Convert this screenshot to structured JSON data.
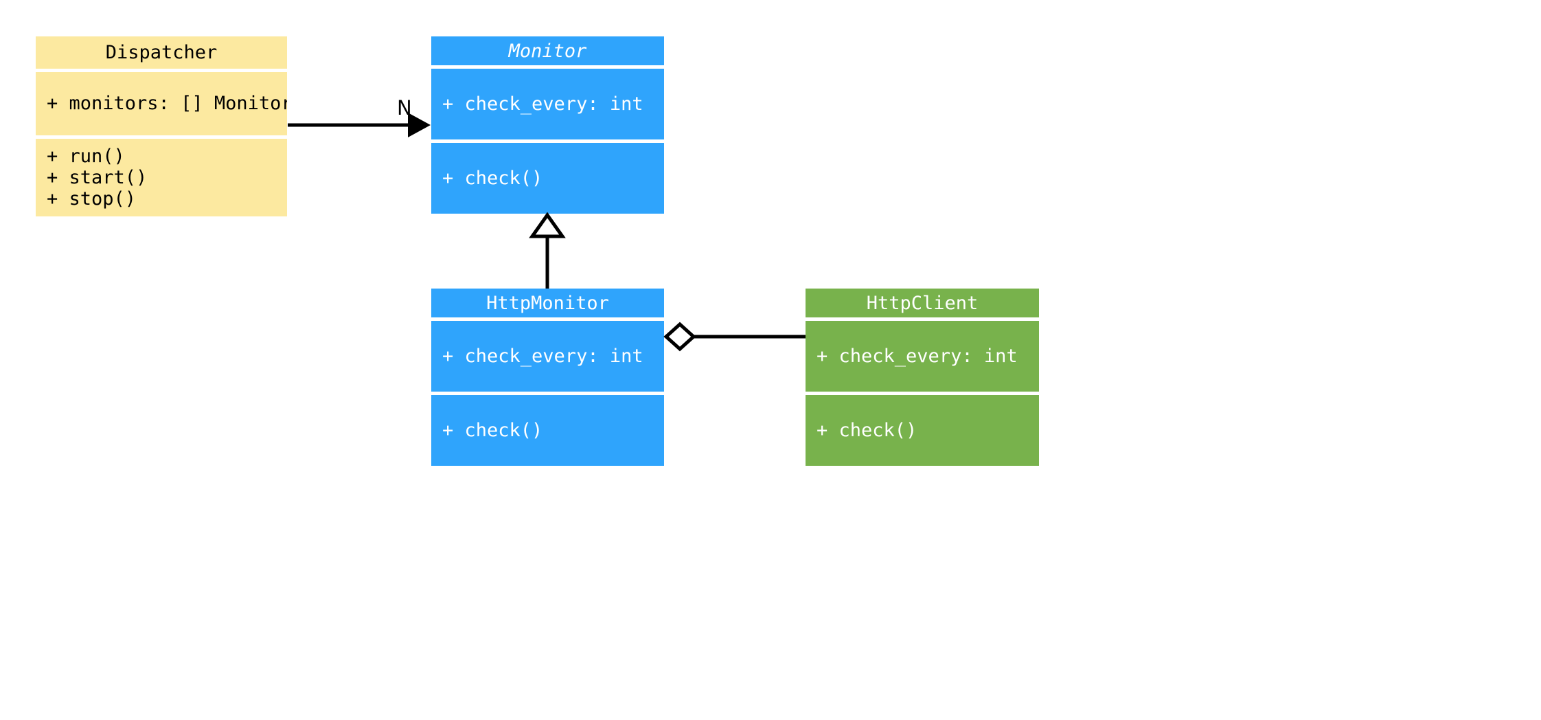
{
  "diagram": {
    "kind": "uml-class-diagram",
    "background": "#ffffff",
    "colors": {
      "dispatcher_fill": "#fce9a0",
      "monitor_fill": "#2fa4fc",
      "httpmonitor_fill": "#2fa4fc",
      "httpclient_fill": "#78b24c",
      "line": "#000000",
      "dark_text": "#000000",
      "light_text": "#ffffff"
    },
    "classes": [
      {
        "id": "dispatcher",
        "name": "Dispatcher",
        "abstract": false,
        "attributes": [
          "+ monitors: [] Monitor"
        ],
        "methods": [
          "+ run()",
          "+ start()",
          "+ stop()"
        ]
      },
      {
        "id": "monitor",
        "name": "Monitor",
        "abstract": true,
        "attributes": [
          "+ check_every: int"
        ],
        "methods": [
          "+ check()"
        ]
      },
      {
        "id": "httpmonitor",
        "name": "HttpMonitor",
        "abstract": false,
        "attributes": [
          "+ check_every: int"
        ],
        "methods": [
          "+ check()"
        ]
      },
      {
        "id": "httpclient",
        "name": "HttpClient",
        "abstract": false,
        "attributes": [
          "+ check_every: int"
        ],
        "methods": [
          "+ check()"
        ]
      }
    ],
    "relationships": [
      {
        "id": "dispatcher-to-monitor",
        "type": "association",
        "from": "Dispatcher",
        "to": "Monitor",
        "label": "N",
        "arrow": "filled-arrowhead"
      },
      {
        "id": "httpmonitor-to-monitor",
        "type": "generalization",
        "from": "HttpMonitor",
        "to": "Monitor",
        "label": "",
        "arrow": "hollow-triangle"
      },
      {
        "id": "httpmonitor-to-httpclient",
        "type": "aggregation",
        "from": "HttpMonitor",
        "to": "HttpClient",
        "label": "",
        "arrow": "hollow-diamond"
      }
    ]
  }
}
